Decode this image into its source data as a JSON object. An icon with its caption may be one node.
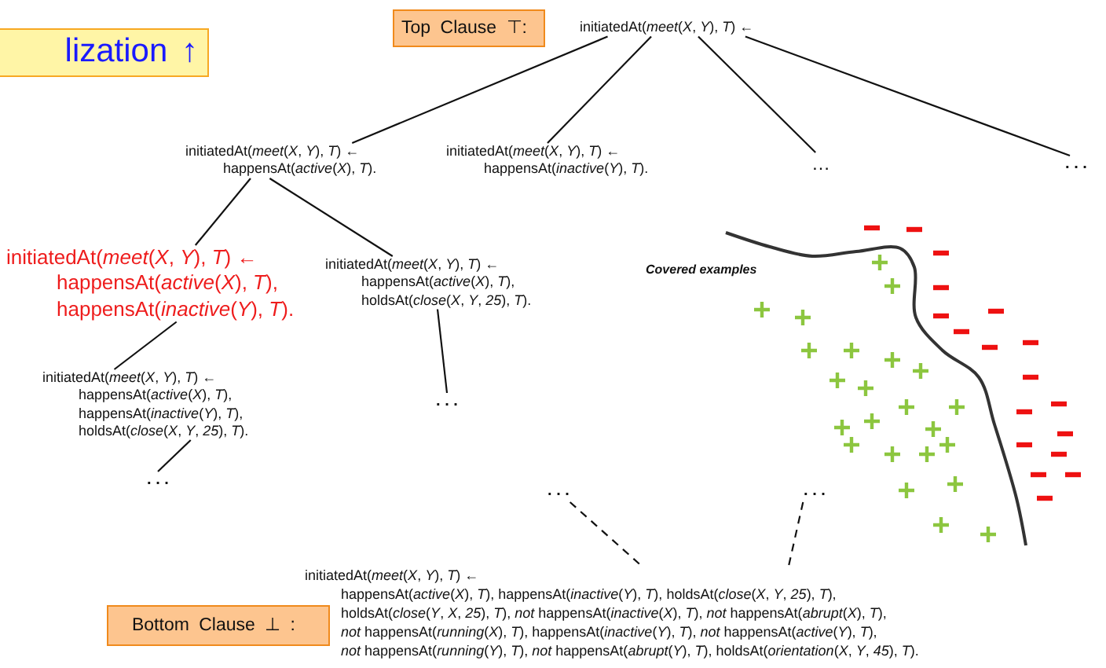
{
  "diagram": {
    "nodes": [
      {
        "text": [
          "lization ↑"
        ]
      },
      {
        "text": [
          "Top Clause ⊤:"
        ]
      },
      {
        "text": [
          "initiatedAt(*meet*(*X*, *Y*), *T*) ←"
        ]
      },
      {
        "text": [
          "initiatedAt(*meet*(*X*, *Y*), *T*) ←",
          "happensAt(*active*(*X*), *T*)."
        ]
      },
      {
        "text": [
          "initiatedAt(*meet*(*X*, *Y*), *T*) ←",
          "happensAt(*inactive*(*Y*), *T*)."
        ]
      },
      {
        "text": [
          "…"
        ]
      },
      {
        "text": [
          ". . ."
        ]
      },
      {
        "text": [
          "initiatedAt(*meet*(*X*, *Y*), *T*) ←",
          "happensAt(*active*(*X*), *T*), happensAt(*inactive*(*Y*), *T*)."
        ]
      },
      {
        "text": [
          "initiatedAt(*meet*(*X*, *Y*), *T*) ←",
          "happensAt(*active*(*X*), *T*), holdsAt(*close*(*X*, *Y*, *25*), *T*)."
        ]
      },
      {
        "text": [
          "initiatedAt(*meet*(*X*, *Y*), *T*) ←",
          "happensAt(*active*(*X*), *T*), happensAt(*inactive*(*Y*), *T*), holdsAt(*close*(*X*, *Y*, *25*), *T*)."
        ]
      },
      {
        "text": [
          ". . ."
        ]
      },
      {
        "text": [
          ". . ."
        ]
      },
      {
        "text": [
          ". . ."
        ]
      },
      {
        "text": [
          ". . ."
        ]
      },
      {
        "text": [
          "initiatedAt(*meet*(*X*, *Y*), *T*) ←",
          "happensAt(*active*(*X*), *T*), happensAt(*inactive*(*Y*), *T*), holdsAt(*close*(*X*, *Y*, *25*), *T*), holdsAt(*close*(*Y*, *X*, *25*), *T*), *not* happensAt(*inactive*(*X*), *T*), *not* happensAt(*abrupt*(*X*), *T*), *not* happensAt(*running*(*X*), *T*), happensAt(*inactive*(*Y*), *T*), *not* happensAt(*active*(*Y*), *T*), *not* happensAt(*running*(*Y*), *T*), *not* happensAt(*abrupt*(*Y*), *T*), holdsAt(*orientation*(*X*, *Y*, *45*), *T*)."
        ]
      },
      {
        "text": [
          "Bottom Clause ⊥ :"
        ]
      }
    ],
    "edges": [
      {
        "from": 2,
        "to": 3,
        "arrow": "none"
      },
      {
        "from": 2,
        "to": 4,
        "arrow": "none"
      },
      {
        "from": 2,
        "to": 5,
        "arrow": "none"
      },
      {
        "from": 2,
        "to": 6,
        "arrow": "none"
      },
      {
        "from": 3,
        "to": 7,
        "arrow": "none"
      },
      {
        "from": 3,
        "to": 8,
        "arrow": "none"
      },
      {
        "from": 7,
        "to": 9,
        "arrow": "none"
      },
      {
        "from": 8,
        "to": 10,
        "arrow": "none"
      },
      {
        "from": 9,
        "to": 11,
        "arrow": "none"
      },
      {
        "from": 12,
        "to": 14,
        "arrow": "none",
        "style": "dashed"
      },
      {
        "from": 13,
        "to": 14,
        "arrow": "none",
        "style": "dashed"
      }
    ],
    "labels": [
      "Covered examples"
    ]
  }
}
